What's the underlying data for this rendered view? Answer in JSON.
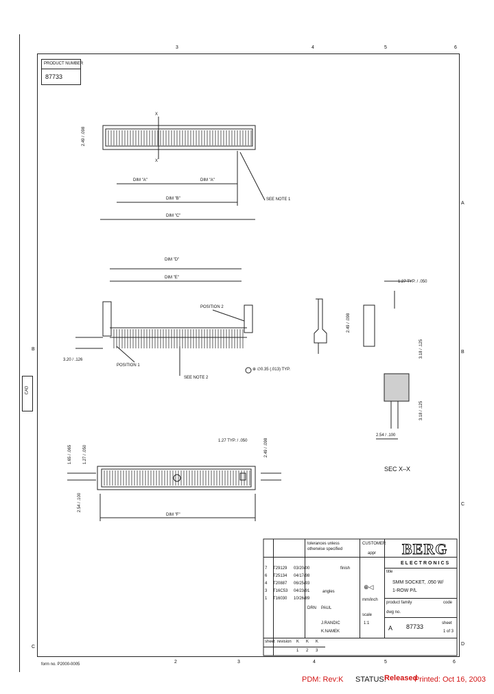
{
  "border": {
    "top_zones": [
      "3",
      "4",
      "5",
      "6"
    ],
    "bottom_zones": [
      "2",
      "3",
      "4",
      "5",
      "6"
    ],
    "right_zones": [
      "A",
      "B",
      "C",
      "D"
    ],
    "left_zones": [
      "B",
      "C"
    ]
  },
  "product_number_label": "PRODUCT NUMBER",
  "product_number": "87733",
  "dims": {
    "dim_a_left": "DIM \"A\"",
    "dim_a_right": "DIM \"A\"",
    "dim_b": "DIM \"B\"",
    "dim_c": "DIM \"C\"",
    "dim_d": "DIM \"D\"",
    "dim_e": "DIM \"E\"",
    "dim_f": "DIM \"F\"",
    "see_note_1": "SEE NOTE 1",
    "see_note_2": "SEE NOTE 2",
    "position_1": "POSITION 1",
    "position_2": "POSITION 2",
    "tol_label": "⊕ ∅0.35 (.013) TYP.",
    "v_top": "2.49 / .098",
    "v_left": "3.20 / .126",
    "v_pitch": "1.27 TYP. / .050",
    "v_side": "2.54 / .100",
    "v_right1": "2.49 / .098",
    "v_right2": "3.18 / .125",
    "v_bot1": "1.65 / .065",
    "v_bot2": "1.27 / .050",
    "v_bot3": "2.54 / .100",
    "v_bot4": "1.27 TYP. / .050",
    "section_label": "SEC X–X",
    "x_mark": "X"
  },
  "title_block": {
    "tolerances": "tolerances unless otherwise specified",
    "customer_label": "CUSTOMER",
    "customer_value": "appr",
    "title_label": "title",
    "title_line1": "SMM SOCKET, .050 W/",
    "title_line2": "1-ROW P/L",
    "product_family_label": "product family",
    "code_label": "code",
    "dwg_no_label": "dwg no.",
    "size": "A",
    "dwg_no": "87733",
    "sheet_label": "sheet",
    "sheet_value": "1 of 3",
    "rev_rows": [
      {
        "rev": "7",
        "ecn": "T29129",
        "date": "03/20/00"
      },
      {
        "rev": "6",
        "ecn": "T25134",
        "date": "04/17/98"
      },
      {
        "rev": "4",
        "ecn": "T20887",
        "date": "06/25/93"
      },
      {
        "rev": "3",
        "ecn": "T16C53",
        "date": "04/23/91"
      },
      {
        "rev": "1",
        "ecn": "T16030",
        "date": "10/26/89"
      }
    ],
    "angles_label": "angles",
    "finish_label": "finish",
    "scale_label": "scale",
    "scale_value": "1:1",
    "drawn_label": "DRN",
    "drawn_by": "PAUL",
    "checked_by": "J.RANDIC",
    "approved_by": "K.NAMEK",
    "units_label": "mm/inch",
    "sheet_row_label": "sheet",
    "revision_row_label": "revision",
    "revision_values": [
      "K",
      "K",
      "K"
    ],
    "sheet_values": [
      "1",
      "2",
      "3"
    ],
    "projection_symbol": "⊕◁"
  },
  "logo": {
    "brand": "BERG",
    "sub": "ELECTRONICS"
  },
  "footer": {
    "pdm": "PDM: Rev:K",
    "status_label": "STATUS:",
    "status_value": "Released",
    "printed": "Printed: Oct 16, 2003",
    "form_id": "form no. P2000-0005"
  },
  "left_stamp": "CAD"
}
